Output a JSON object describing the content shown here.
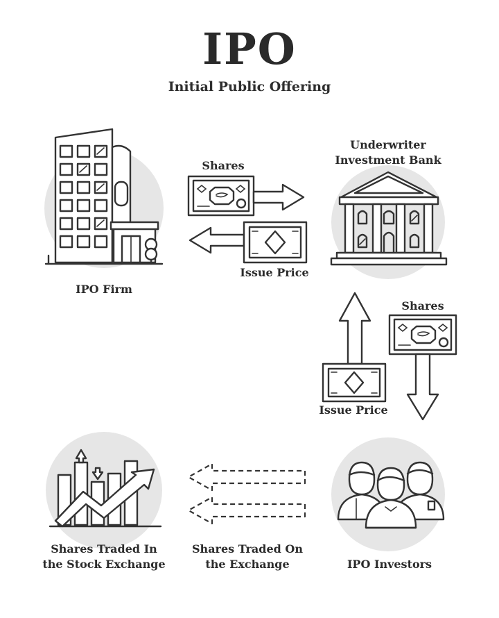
{
  "header": {
    "title": "IPO",
    "subtitle": "Initial Public Offering"
  },
  "nodes": {
    "ipo_firm": "IPO Firm",
    "underwriter_line1": "Underwriter",
    "underwriter_line2": "Investment Bank",
    "ipo_investors": "IPO Investors",
    "stock_exchange_line1": "Shares Traded In",
    "stock_exchange_line2": "the Stock Exchange"
  },
  "flows": {
    "shares_top": "Shares",
    "issue_price_top": "Issue Price",
    "shares_right": "Shares",
    "issue_price_right": "Issue Price",
    "traded_on_line1": "Shares Traded On",
    "traded_on_line2": "the Exchange"
  }
}
